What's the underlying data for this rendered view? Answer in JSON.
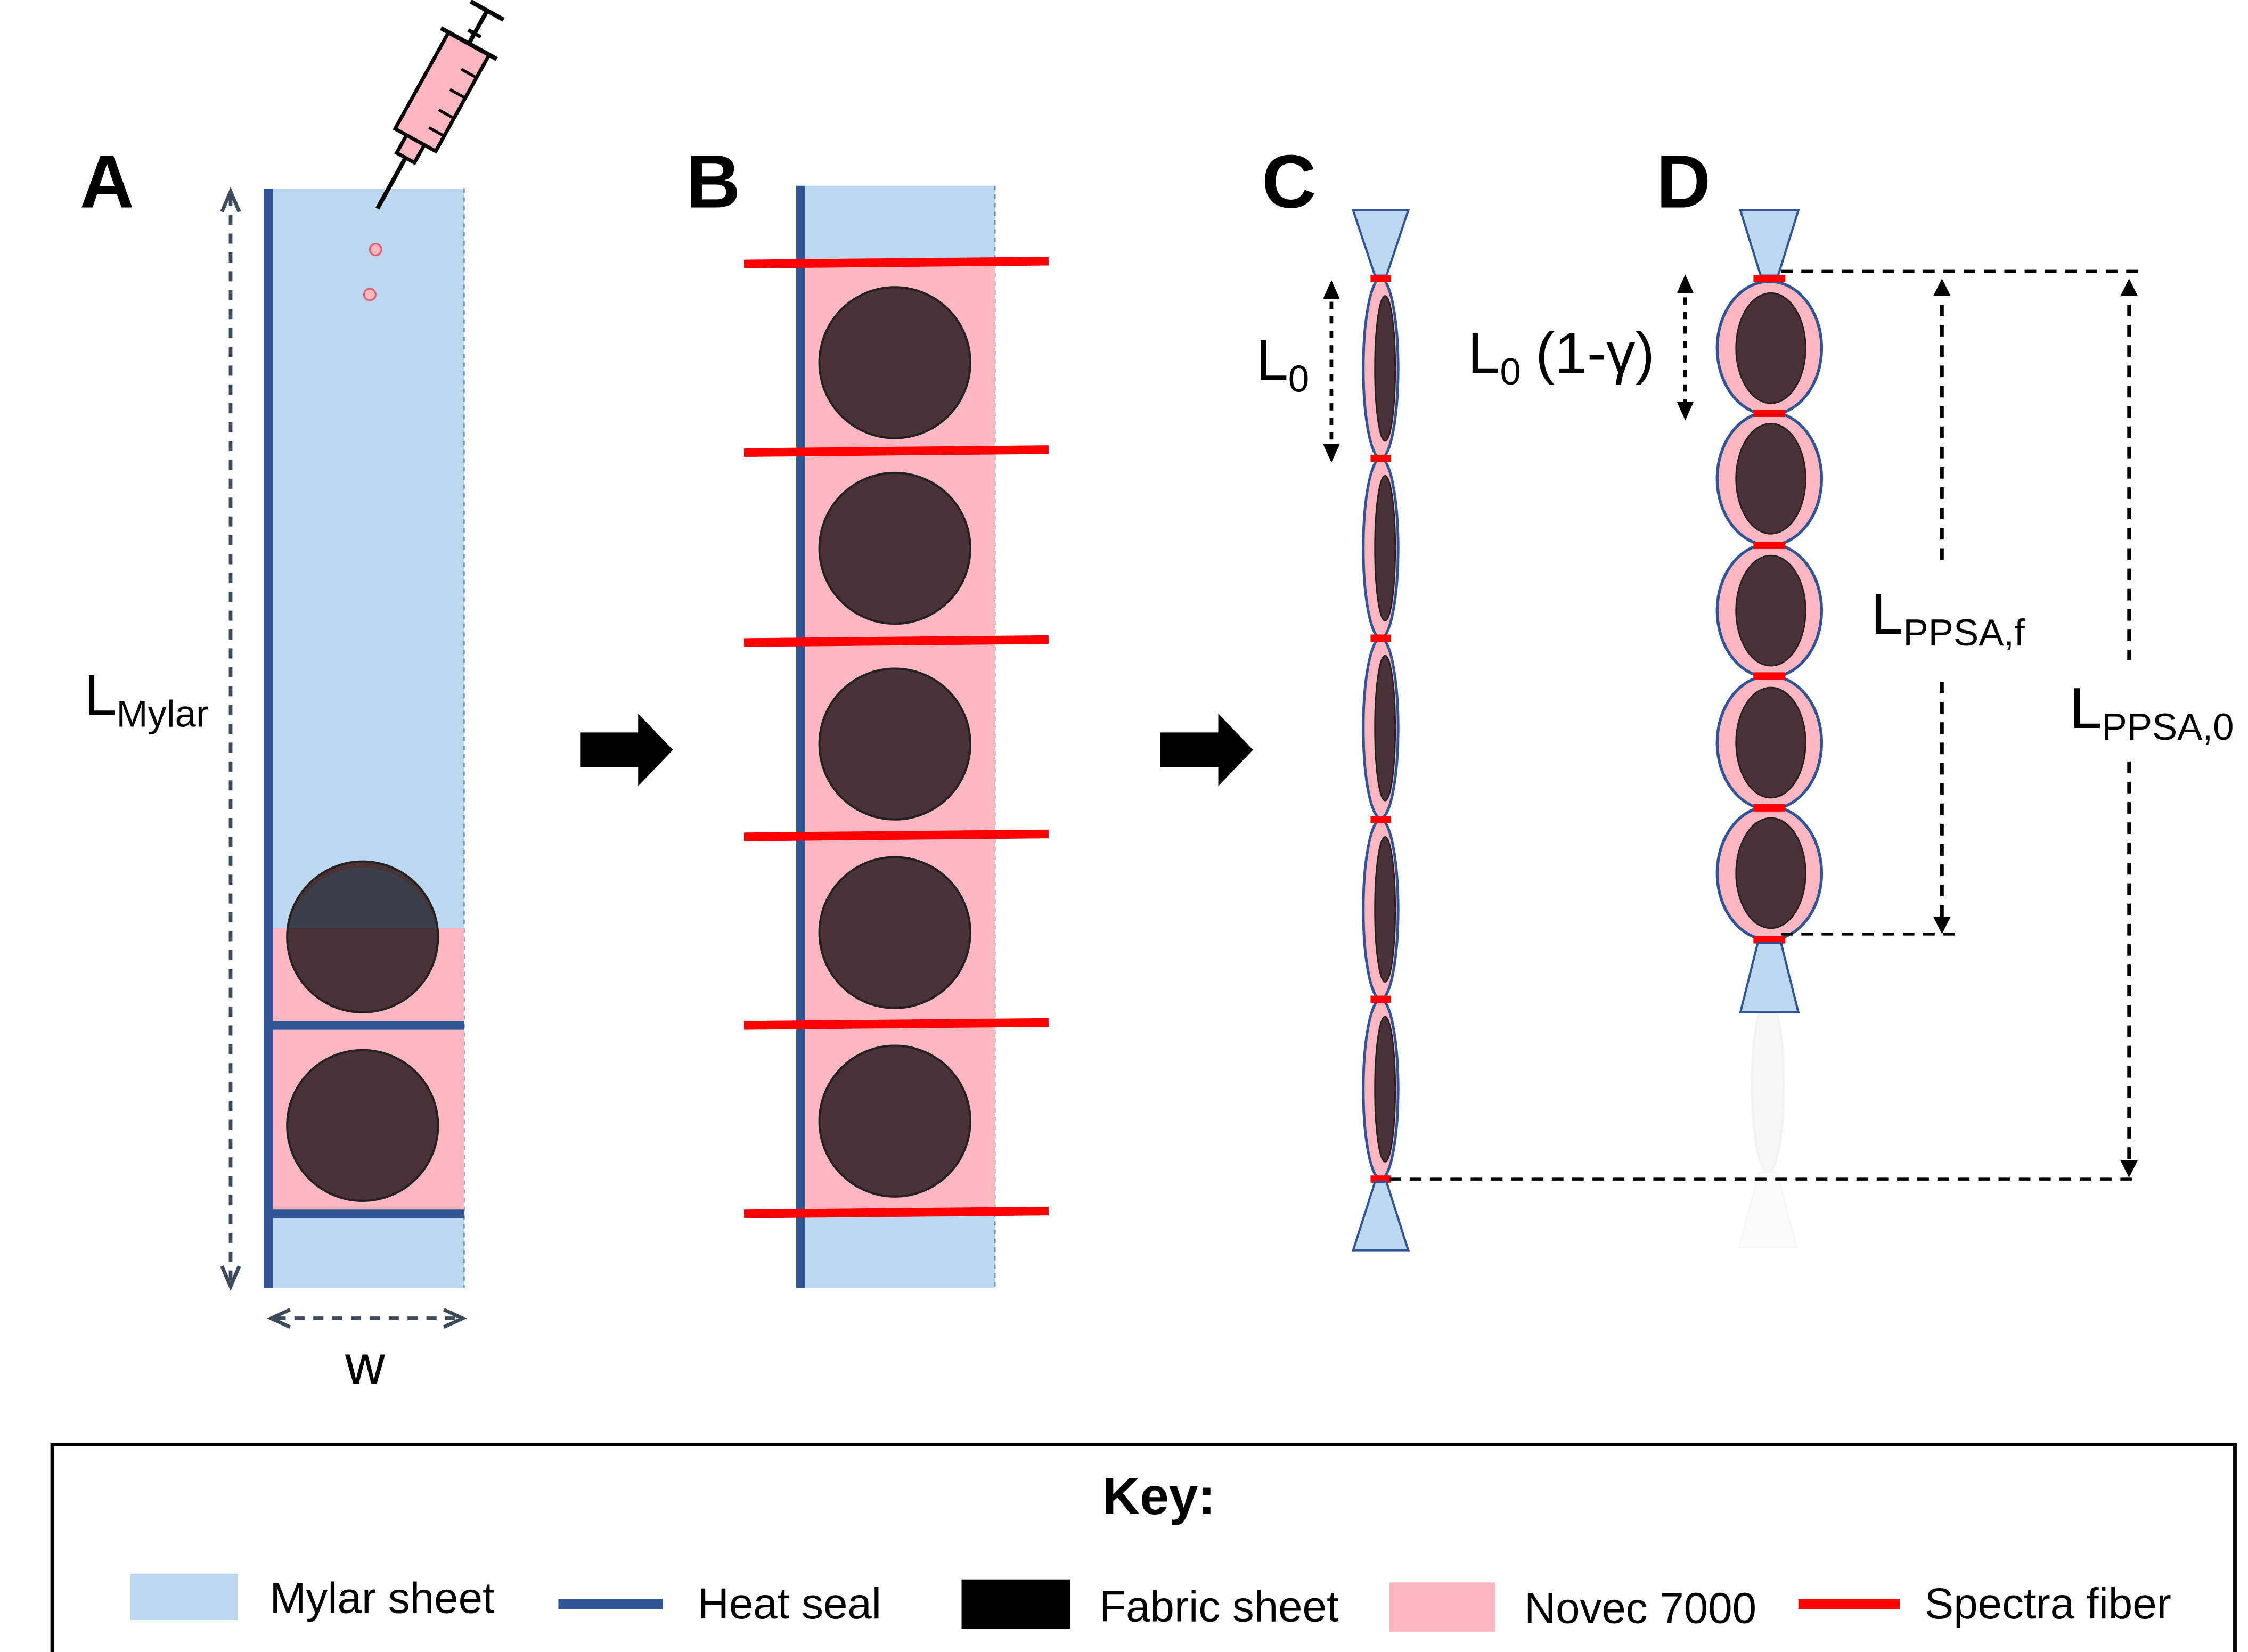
{
  "panels": {
    "a": "A",
    "b": "B",
    "c": "C",
    "d": "D"
  },
  "dimensions": {
    "l_mylar_main": "L",
    "l_mylar_sub": "Mylar",
    "w": "w",
    "l0_main": "L",
    "l0_sub": "0",
    "l0g_main": "L",
    "l0g_sub": "0",
    "l0g_suffix": "(1-γ)",
    "lf_main": "L",
    "lf_sub": "PPSA,f",
    "l0p_main": "L",
    "l0p_sub": "PPSA,0"
  },
  "key": {
    "title": "Key:",
    "items": [
      {
        "label": "Mylar sheet",
        "color": "#bdd7ee",
        "kind": "swatch"
      },
      {
        "label": "Heat seal",
        "color": "#2f5597",
        "kind": "line"
      },
      {
        "label": "Fabric sheet",
        "color": "#000000",
        "kind": "swatch"
      },
      {
        "label": "Novec 7000",
        "color": "#ffb6c1",
        "kind": "swatch"
      },
      {
        "label": "Spectra fiber",
        "color": "#ff0000",
        "kind": "line"
      }
    ]
  },
  "colors": {
    "mylar": "#bdd7ee",
    "heat_seal": "#2f5597",
    "fabric": "#4a3236",
    "novec": "#ffb6c1",
    "spectra": "#ff0000",
    "arrow": "#000000"
  },
  "icons": [
    "syringe-icon",
    "arrow-right-icon"
  ]
}
